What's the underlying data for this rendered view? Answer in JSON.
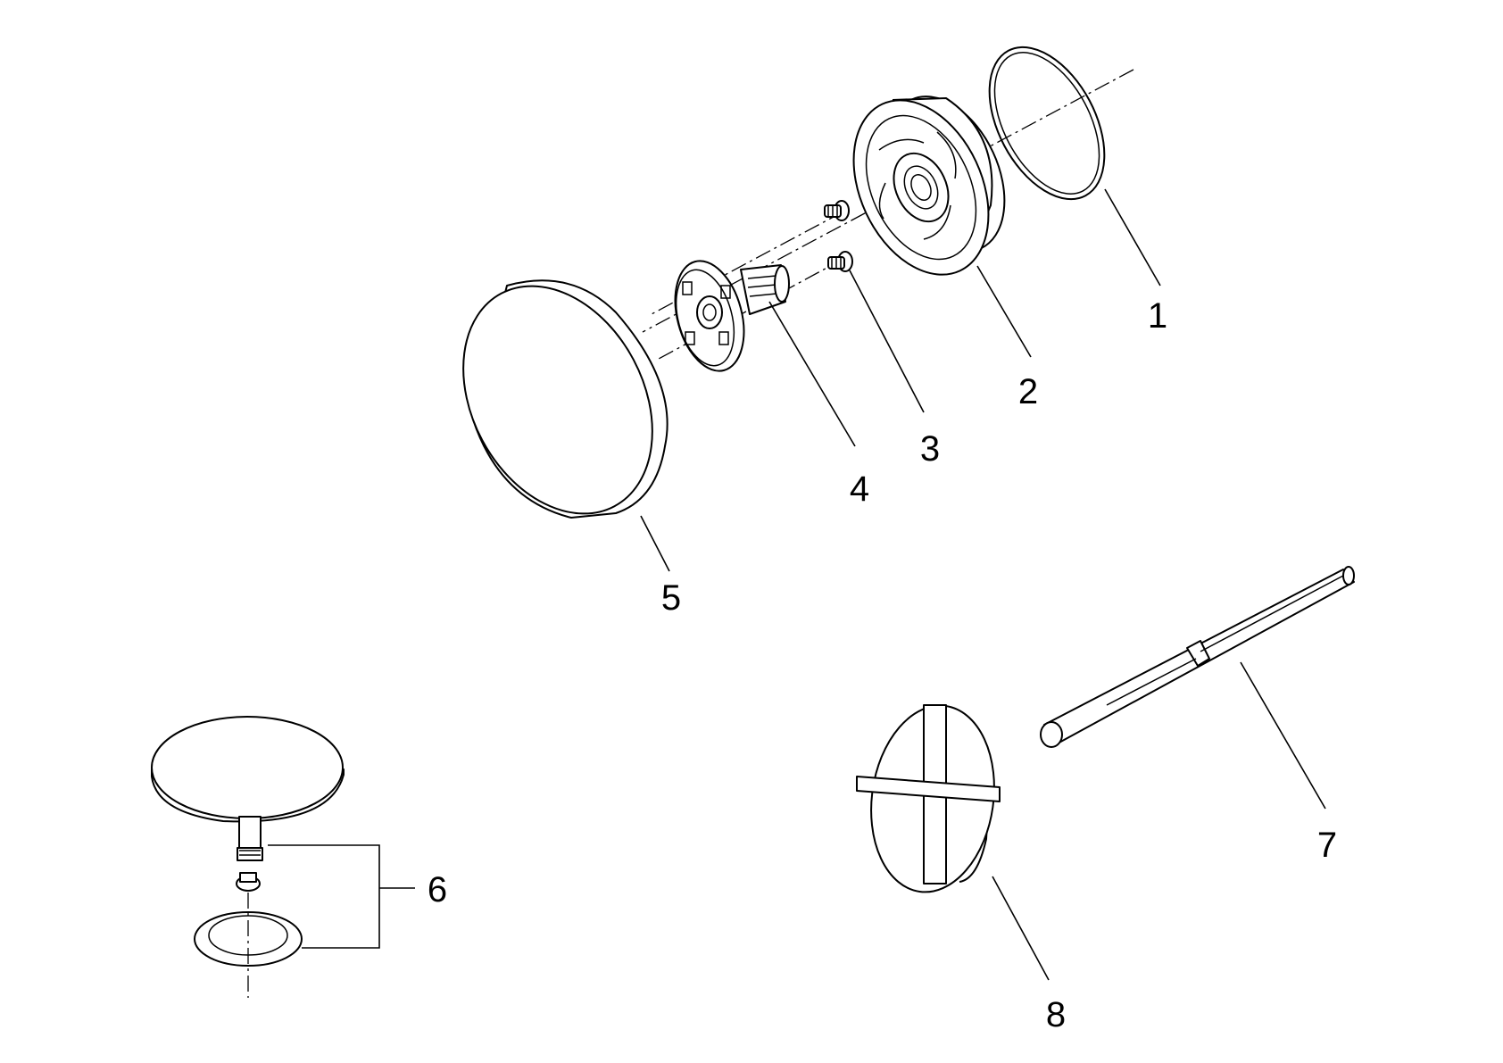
{
  "callouts": {
    "c1": "1",
    "c2": "2",
    "c3": "3",
    "c4": "4",
    "c5": "5",
    "c6": "6",
    "c7": "7",
    "c8": "8"
  },
  "parts": [
    {
      "id": 1,
      "shape": "o-ring"
    },
    {
      "id": 2,
      "shape": "escutcheon-plate"
    },
    {
      "id": 3,
      "shape": "screws"
    },
    {
      "id": 4,
      "shape": "hub-with-spline"
    },
    {
      "id": 5,
      "shape": "cover-cap"
    },
    {
      "id": 6,
      "shape": "drain-plug-set"
    },
    {
      "id": 7,
      "shape": "extension-spindle"
    },
    {
      "id": 8,
      "shape": "cross-plate"
    }
  ],
  "colors": {
    "line": "#000000",
    "background": "#ffffff"
  }
}
